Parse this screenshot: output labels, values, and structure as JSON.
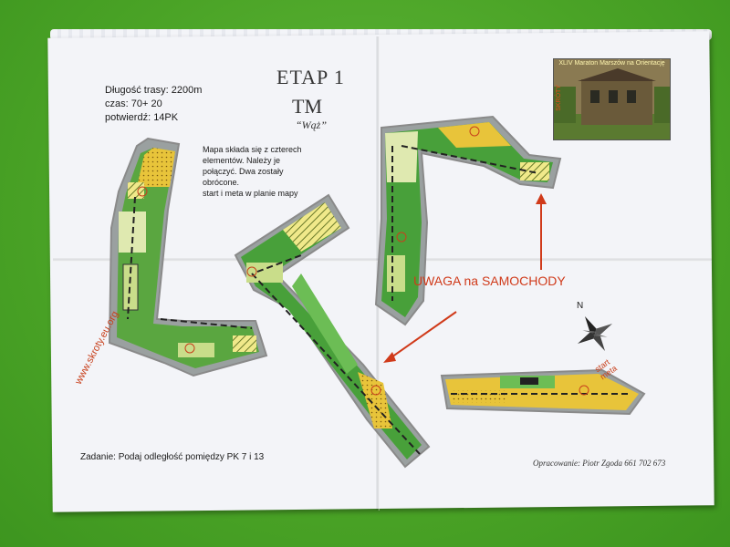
{
  "info": {
    "length": "Długość trasy: 2200m",
    "time": "czas: 70+ 20",
    "confirm": "potwierdź: 14PK"
  },
  "heading": {
    "title": "ETAP 1",
    "category": "TM",
    "name": "“Wąż”"
  },
  "description": [
    "Mapa składa się z czterech",
    "elementów. Należy je",
    "połączyć. Dwa zostały",
    "obrócone.",
    "start i meta w planie mapy"
  ],
  "warning": "UWAGA na SAMOCHODY",
  "website": "www.skroty.eu.org",
  "task": "Zadanie: Podaj odległość pomiędzy PK 7 i 13",
  "author": "Opracowanie: Piotr Zgoda 661 702 673",
  "start_label": "start",
  "meta_label": "meta",
  "photo": {
    "caption": "XLIV Maraton Marszów na Orientację",
    "side_label": "SKRÓTY"
  },
  "compass": {
    "north_label": "N"
  },
  "colors": {
    "warning": "#d03a1a",
    "map_green": "#3f9a33",
    "map_yellow": "#e8c43a",
    "map_border": "#8a8a8a",
    "background": "#4fa82a"
  }
}
